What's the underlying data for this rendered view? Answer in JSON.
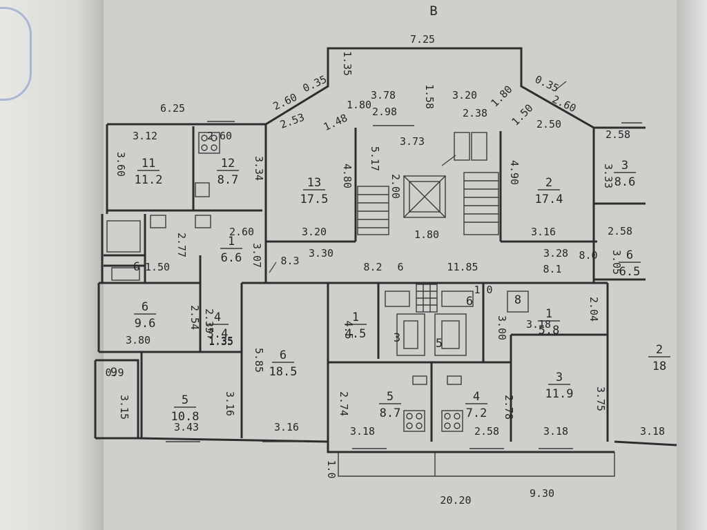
{
  "plan": {
    "sheet_letter": "B",
    "rooms": [
      {
        "num": "11",
        "area": "11.2"
      },
      {
        "num": "12",
        "area": "8.7"
      },
      {
        "num": "13",
        "area": "17.5"
      },
      {
        "num": "2",
        "area": "17.4"
      },
      {
        "num": "3",
        "area": "8.6"
      },
      {
        "num": "1",
        "area": "6.6"
      },
      {
        "num": "6",
        "area": "6.5"
      },
      {
        "num": "6",
        "area": "9.6"
      },
      {
        "num": "4",
        "area": "3.4"
      },
      {
        "num": "6",
        "area": "18.5"
      },
      {
        "num": "1",
        "area": "4.5"
      },
      {
        "num": "1",
        "area": "5.8"
      },
      {
        "num": "5",
        "area": "10.8"
      },
      {
        "num": "5",
        "area": "8.7"
      },
      {
        "num": "4",
        "area": "7.2"
      },
      {
        "num": "3",
        "area": "11.9"
      },
      {
        "num": "2",
        "area": "18"
      },
      {
        "num": "9",
        "area": ""
      },
      {
        "num": "6",
        "area": ""
      },
      {
        "num": "3",
        "area": ""
      },
      {
        "num": "5",
        "area": ""
      },
      {
        "num": "6",
        "area": ""
      },
      {
        "num": "8",
        "area": ""
      }
    ],
    "dimensions": [
      "7.25",
      "6.25",
      "1.35",
      "3.78",
      "1.58",
      "3.20",
      "1.80",
      "1.80",
      "2.98",
      "2.38",
      "0.35",
      "0.35",
      "2.60",
      "2.60",
      "2.53",
      "1.48",
      "1.50",
      "2.50",
      "3.73",
      "3.12",
      "2.60",
      "3.60",
      "3.34",
      "4.80",
      "5.17",
      "2.00",
      "4.90",
      "2.58",
      "3.33",
      "1.80",
      "3.20",
      "3.16",
      "2.77",
      "2.60",
      "3.07",
      "3.30",
      "3.28",
      "2.58",
      "3.05",
      "1.50",
      "8.3",
      "8.2",
      "6",
      "11.85",
      "8.1",
      "8.0",
      "2.54",
      "2.35",
      "1.35",
      "4.5",
      "3.00",
      "3.18",
      "2.04",
      "3.80",
      "1.35",
      "5.85",
      "2.74",
      "2.78",
      "3.75",
      "3.16",
      "3.15",
      "3.43",
      "3.16",
      "3.18",
      "2.58",
      "3.18",
      "3.18",
      "1.0",
      "20.20",
      "9.30",
      "0.9",
      "1.0"
    ]
  }
}
